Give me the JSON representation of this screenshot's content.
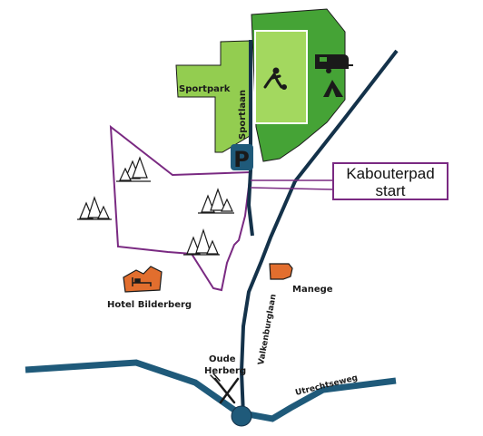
{
  "map": {
    "labels": {
      "sportpark": "Sportpark",
      "sportlaan": "Sportlaan",
      "manege": "Manege",
      "hotel": "Hotel Bilderberg",
      "oude_herberg_line1": "Oude",
      "oude_herberg_line2": "Herberg",
      "valkenburglaan": "Valkenburglaan",
      "utrechtseweg": "Utrechtseweg",
      "parking_symbol": "P"
    },
    "callout": {
      "line1": "Kabouterpad",
      "line2": "start"
    },
    "colors": {
      "road": "#1f5a7a",
      "road_dark": "#14324a",
      "sportpark_light": "#93cd50",
      "campsite_green": "#45a336",
      "field_light": "#a3d85f",
      "parking": "#1f5a7a",
      "building": "#e26e2e",
      "forest_outline": "#7a2a82"
    },
    "icons": [
      "soccer-player-icon",
      "caravan-icon",
      "tent-icon",
      "parking-icon",
      "bed-icon",
      "fork-knife-icon",
      "tree-icon"
    ]
  }
}
